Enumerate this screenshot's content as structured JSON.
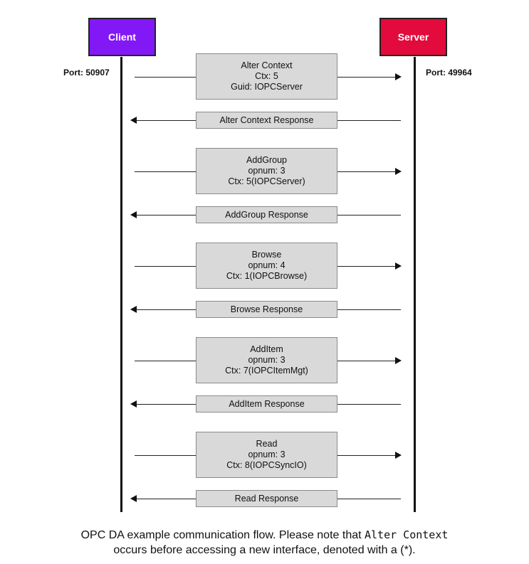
{
  "colors": {
    "client": "#8318f6",
    "server": "#e20b3c",
    "message_box": "#d9d9d9"
  },
  "actors": {
    "client": {
      "label": "Client",
      "port": "Port: 50907"
    },
    "server": {
      "label": "Server",
      "port": "Port: 49964"
    }
  },
  "messages": [
    {
      "direction": "to-server",
      "lines": [
        "Alter Context",
        "Ctx: 5",
        "Guid: IOPCServer"
      ]
    },
    {
      "direction": "to-client",
      "lines": [
        "Alter Context Response"
      ]
    },
    {
      "direction": "to-server",
      "lines": [
        "AddGroup",
        "opnum: 3",
        "Ctx: 5(IOPCServer)"
      ]
    },
    {
      "direction": "to-client",
      "lines": [
        "AddGroup Response"
      ]
    },
    {
      "direction": "to-server",
      "lines": [
        "Browse",
        "opnum: 4",
        "Ctx: 1(IOPCBrowse)"
      ]
    },
    {
      "direction": "to-client",
      "lines": [
        "Browse Response"
      ]
    },
    {
      "direction": "to-server",
      "lines": [
        "AddItem",
        "opnum: 3",
        "Ctx: 7(IOPCItemMgt)"
      ]
    },
    {
      "direction": "to-client",
      "lines": [
        "AddItem Response"
      ]
    },
    {
      "direction": "to-server",
      "lines": [
        "Read",
        "opnum: 3",
        "Ctx: 8(IOPCSyncIO)"
      ]
    },
    {
      "direction": "to-client",
      "lines": [
        "Read Response"
      ]
    }
  ],
  "caption": {
    "line1_before": "OPC DA example communication flow. Please note that ",
    "line1_code": "Alter Context",
    "line2": "occurs before accessing a new interface, denoted with a (*)."
  }
}
